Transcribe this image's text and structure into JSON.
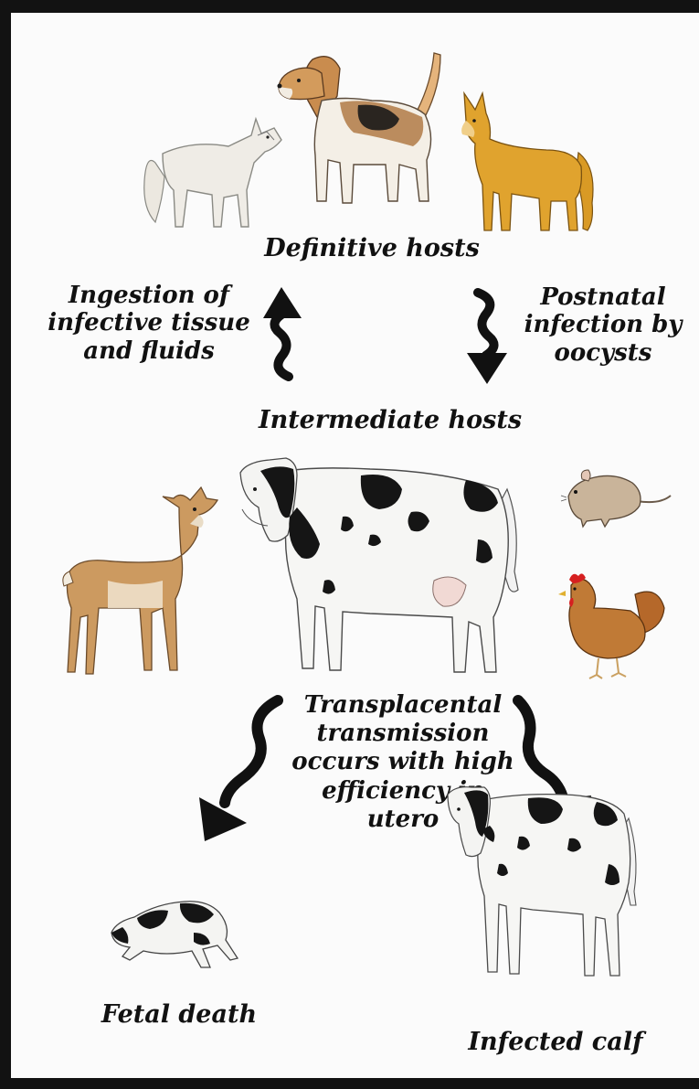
{
  "diagram": {
    "labels": {
      "definitive_hosts": "Definitive hosts",
      "ingestion": [
        "Ingestion of",
        "infective tissue",
        "and fluids"
      ],
      "postnatal": [
        "Postnatal",
        "infection by",
        "oocysts"
      ],
      "intermediate_hosts": "Intermediate hosts",
      "transplacental": [
        "Transplacental",
        "transmission",
        "occurs with high",
        "efficiency in utero"
      ],
      "fetal_death": "Fetal death",
      "infected_calf": "Infected calf"
    },
    "illustrations": [
      "wolf",
      "beagle-dog",
      "dingo",
      "deer",
      "holstein-cow",
      "mouse",
      "chicken",
      "dead-fetus-calf",
      "infected-calf"
    ],
    "colors": {
      "frame": "#121212",
      "background": "#fbfbfb",
      "arrow": "#111111",
      "dingo": "#d99a25",
      "deer": "#c9955a",
      "chicken": "#b5682a"
    }
  }
}
